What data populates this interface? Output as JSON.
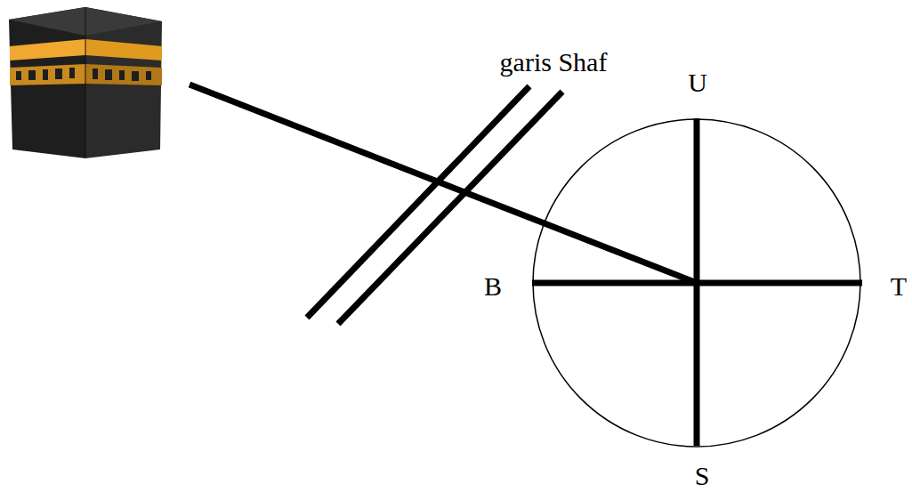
{
  "diagram": {
    "labels": [
      "garis Shaf",
      "U",
      "B",
      "T",
      "S"
    ]
  }
}
